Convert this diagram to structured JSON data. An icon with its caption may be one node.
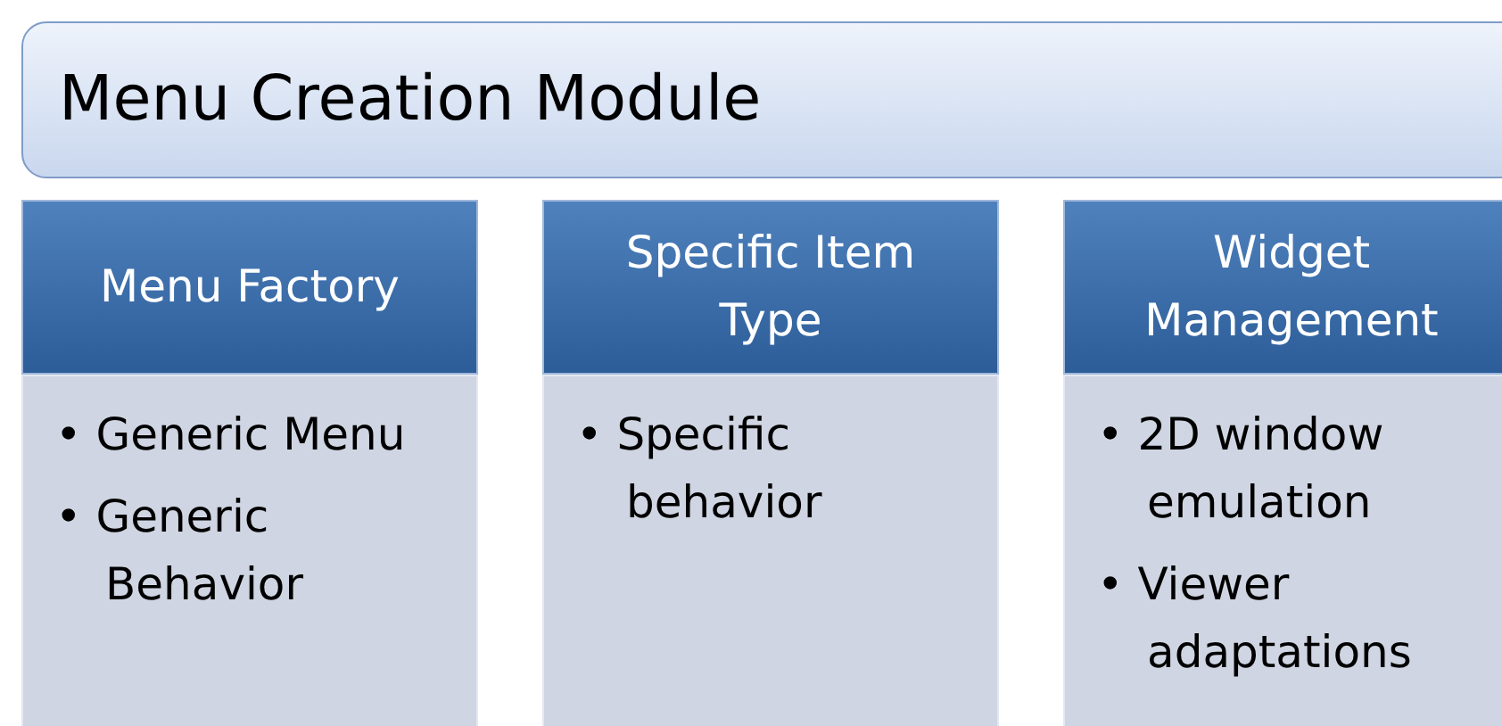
{
  "diagram": {
    "nodes": [
      {
        "text": [
          "Menu Creation Module"
        ]
      },
      {
        "text": [
          "Menu Factory"
        ]
      },
      {
        "text": [
          "• Generic Menu",
          "• Generic Behavior"
        ]
      },
      {
        "text": [
          "Specific Item Type"
        ]
      },
      {
        "text": [
          "• Specific behavior"
        ]
      },
      {
        "text": [
          "Widget Management"
        ]
      },
      {
        "text": [
          "• 2D window emulation",
          "• Viewer adaptations"
        ]
      }
    ],
    "edges": []
  }
}
